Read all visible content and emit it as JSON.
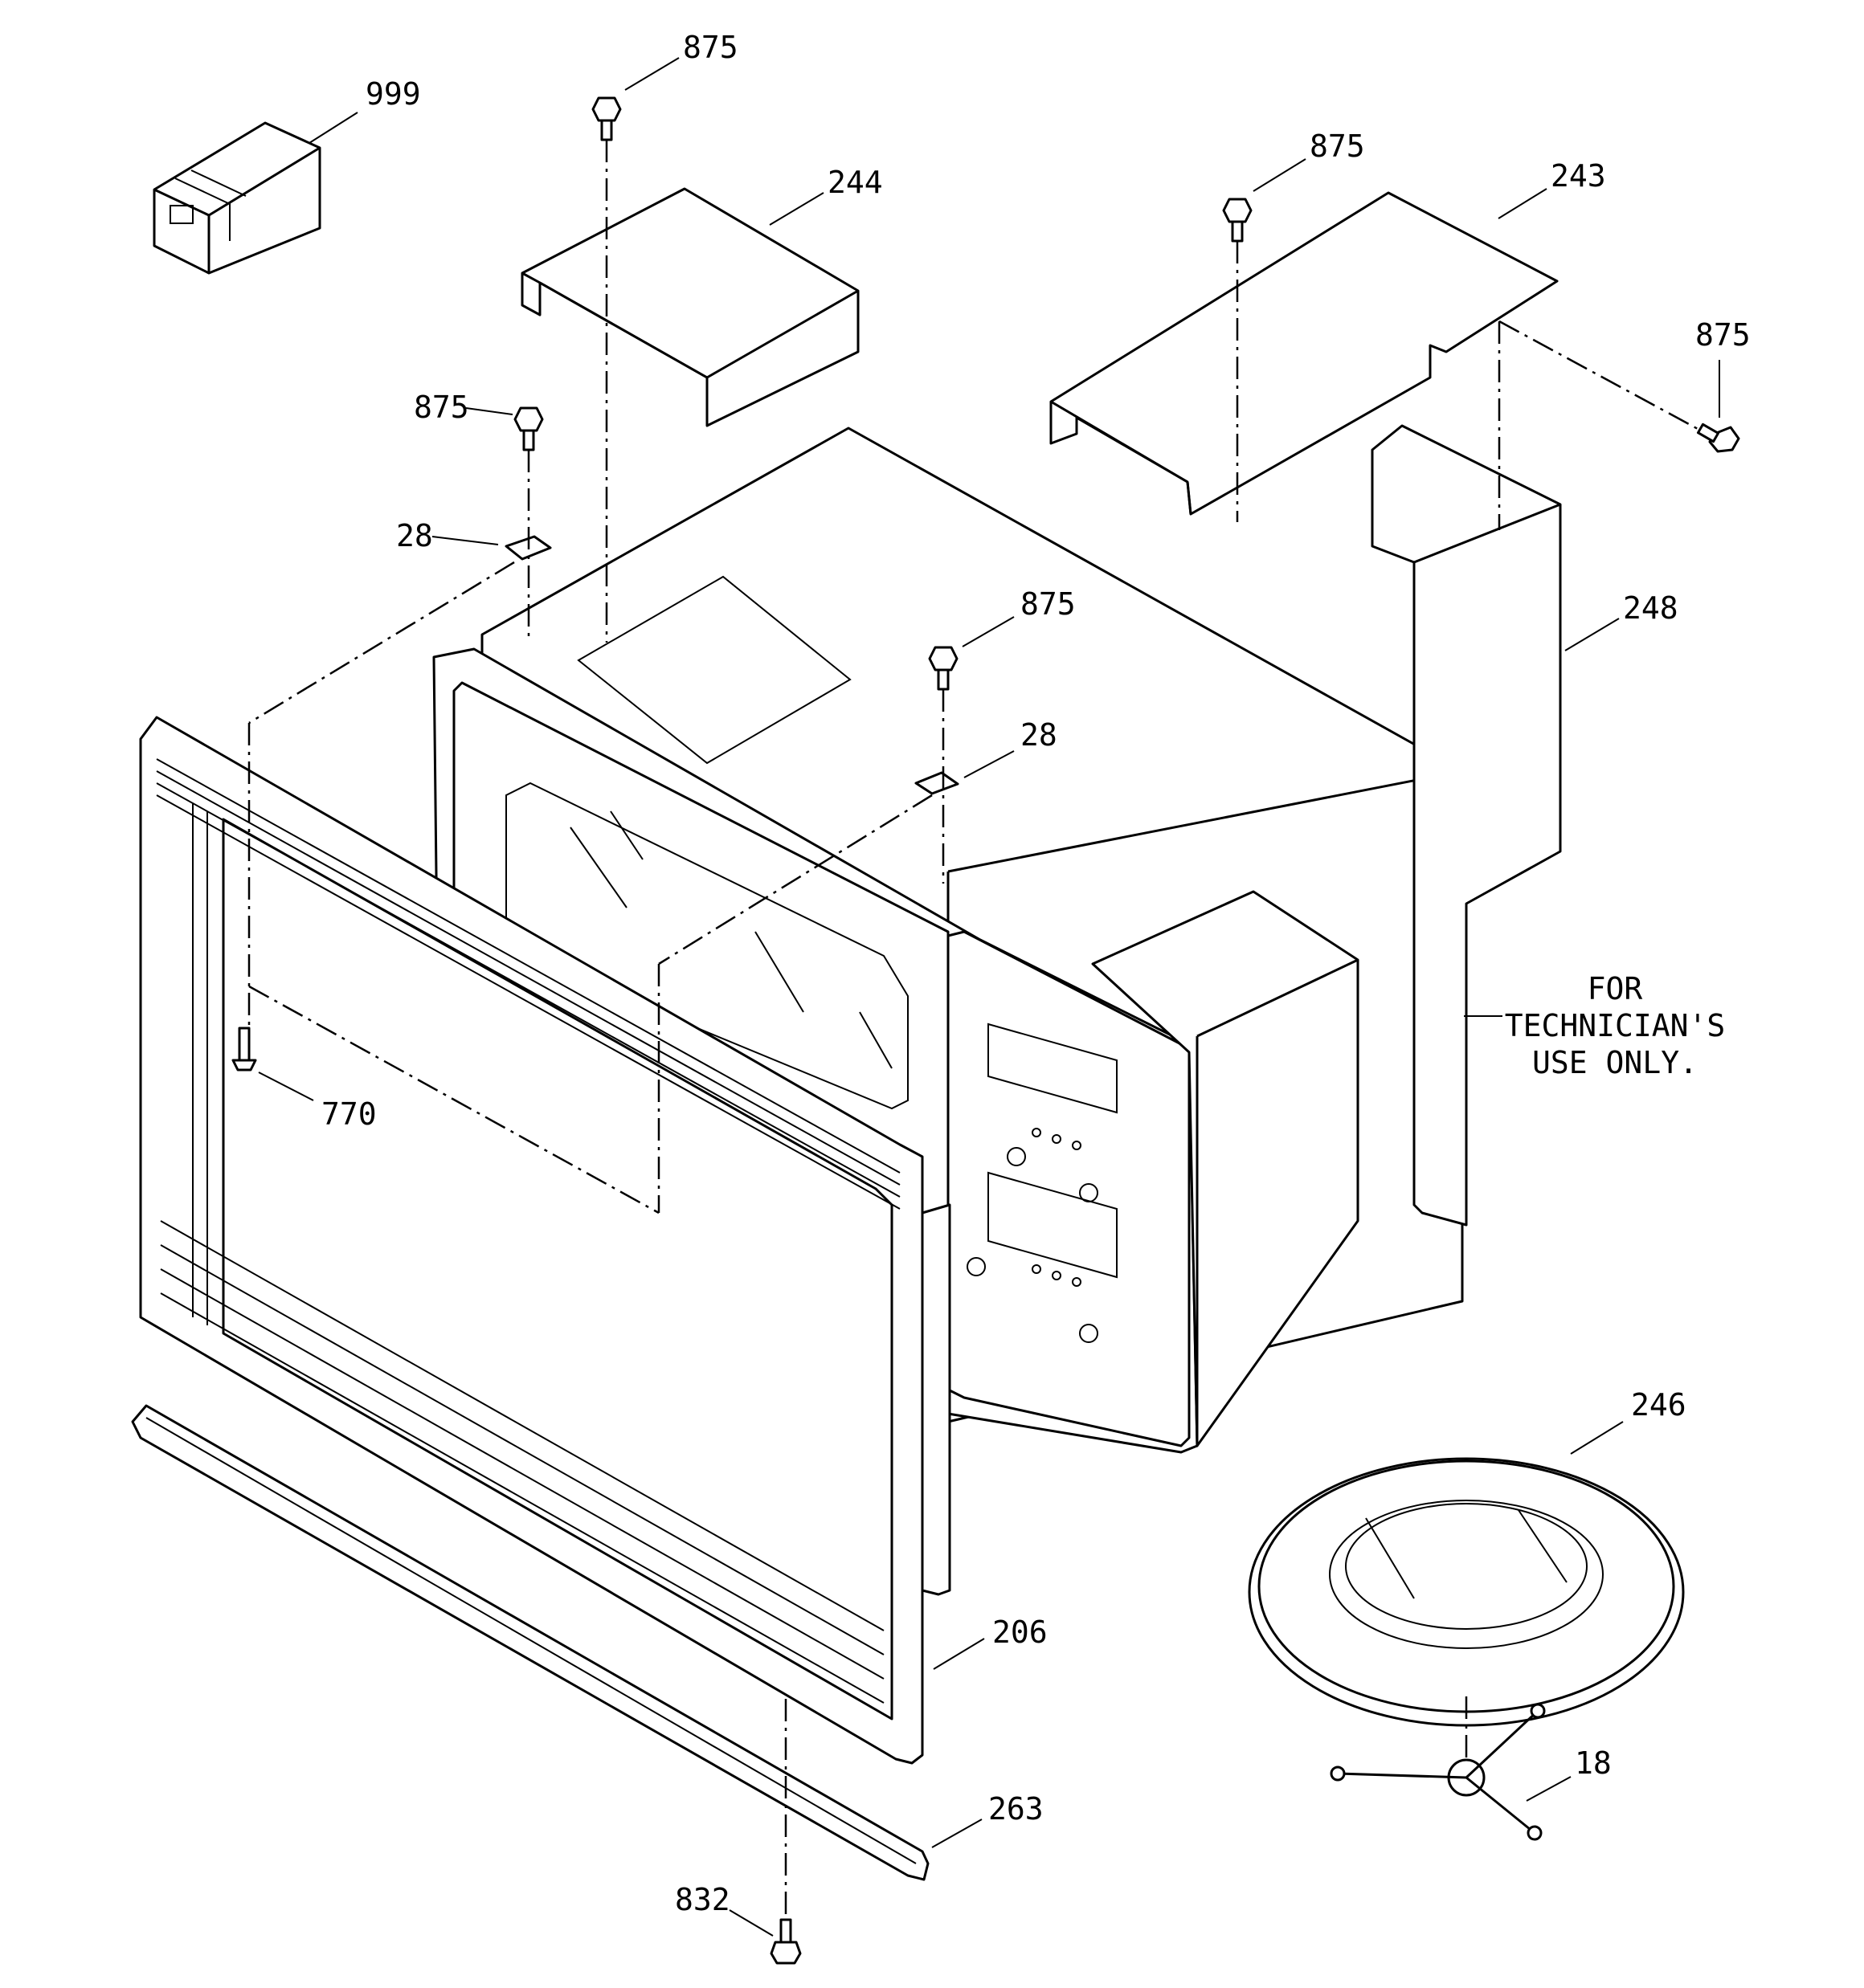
{
  "diagram": {
    "callouts": {
      "box_label": "999",
      "screw_top_center": "875",
      "cover_left": "244",
      "screw_top_right": "875",
      "cover_right": "243",
      "screw_far_right": "875",
      "screw_left": "875",
      "bracket_left": "28",
      "screw_center": "875",
      "bracket_center": "28",
      "duct_panel": "248",
      "screw_frame": "770",
      "tray": "246",
      "trim_frame": "206",
      "coupler": "18",
      "bottom_trim": "263",
      "screw_bottom": "832"
    },
    "note": {
      "line1": "FOR",
      "line2": "TECHNICIAN'S",
      "line3": "USE ONLY."
    }
  }
}
